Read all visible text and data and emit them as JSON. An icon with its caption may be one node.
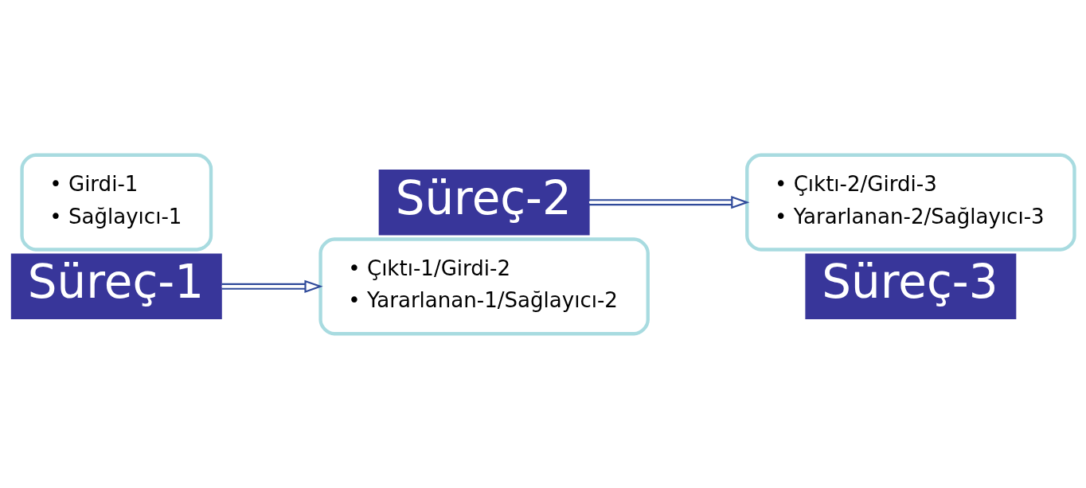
{
  "diagram": {
    "nodes": [
      {
        "text": [
          "• Girdi-1",
          "• Sağlayıcı-1"
        ]
      },
      {
        "text": [
          "Süreç-1"
        ]
      },
      {
        "text": [
          "Süreç-2"
        ]
      },
      {
        "text": [
          "• Çıktı-1/Girdi-2",
          "• Yararlanan-1/Sağlayıcı-2"
        ]
      },
      {
        "text": [
          "• Çıktı-2/Girdi-3",
          "• Yararlanan-2/Sağlayıcı-3"
        ]
      },
      {
        "text": [
          "Süreç-3"
        ]
      }
    ],
    "edges": [
      {
        "from": 1,
        "to": 3,
        "arrow": "to"
      },
      {
        "from": 2,
        "to": 4,
        "arrow": "to"
      }
    ]
  }
}
